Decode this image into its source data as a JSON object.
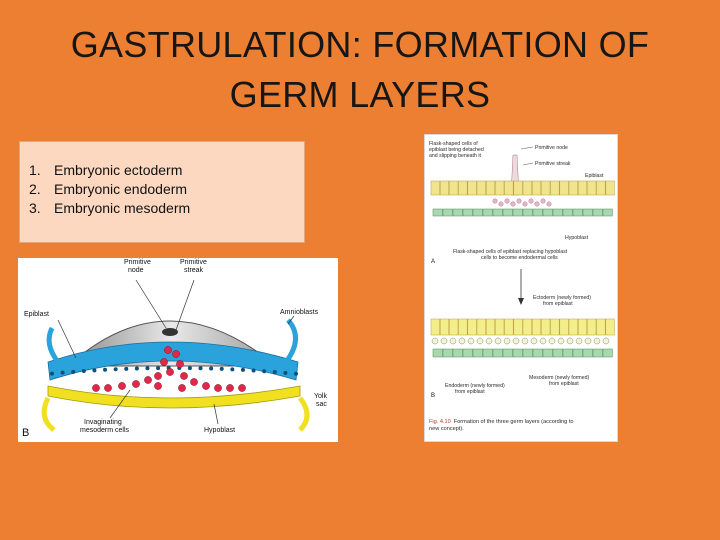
{
  "slide": {
    "title_line1": "GASTRULATION: FORMATION OF",
    "title_line2": "GERM LAYERS"
  },
  "list": {
    "items": [
      {
        "num": "1.",
        "text": "Embryonic ectoderm"
      },
      {
        "num": "2.",
        "text": "Embryonic endoderm"
      },
      {
        "num": "3.",
        "text": "Embryonic mesoderm"
      }
    ]
  },
  "figure_left": {
    "labels": {
      "primitive_node": "Primitive\nnode",
      "primitive_streak": "Primitive\nstreak",
      "epiblast": "Epiblast",
      "amnioblasts": "Amnioblasts",
      "yolk_sac": "Yolk\nsac",
      "invaginating": "Invaginating\nmesoderm cells",
      "hypoblast": "Hypoblast",
      "panel": "B"
    },
    "colors": {
      "epiblast": "#2aa3dc",
      "mesoderm": "#e0284a",
      "hypoblast": "#f0e020",
      "amnion": "#c9c9c9"
    }
  },
  "figure_right": {
    "labels": {
      "flask_cells": "Flask-shaped cells of\nepiblast being detached\nand slipping beneath it",
      "primitive_node": "Primitive node",
      "primitive_streak": "Primitive streak",
      "epiblast": "Epiblast",
      "hypoblast": "Hypoblast",
      "panel_a": "A",
      "flask_replacing": "Flask-shaped cells of epiblast replacing hypoblast\ncells to become endodermal cells",
      "ectoderm": "Ectoderm (newly formed)\nfrom epiblast",
      "endoderm": "Endoderm (newly formed)\nfrom epiblast",
      "mesoderm": "Mesoderm (newly formed)\nfrom epiblast",
      "panel_b": "B",
      "fig_number": "Fig. 4.10",
      "caption": "Formation of the three germ layers (according to\nnew concept)."
    },
    "colors": {
      "ectoderm": "#f4ee8a",
      "endoderm": "#a8d8b0",
      "epiblast_cell": "#f1e48f",
      "caption_num": "#c0392b"
    }
  }
}
